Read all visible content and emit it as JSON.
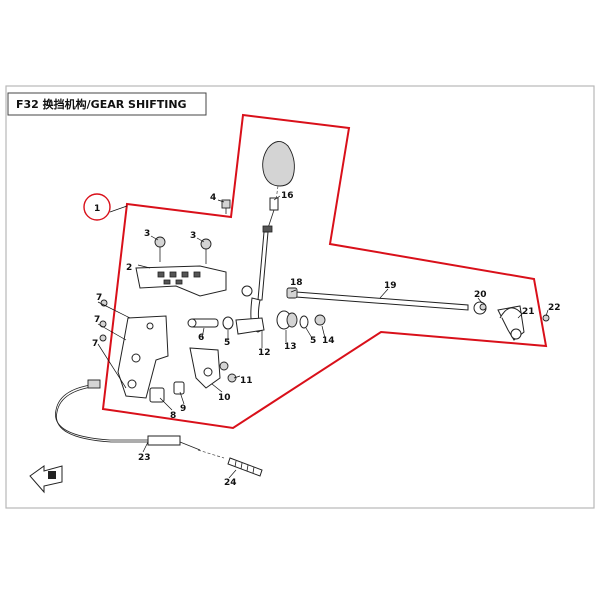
{
  "title": "F32 换挡机构/GEAR SHIFTING",
  "callouts": {
    "c1": "1",
    "c2": "2",
    "c3": "3",
    "c4": "4",
    "c5a": "5",
    "c5b": "5",
    "c6": "6",
    "c7a": "7",
    "c7b": "7",
    "c7c": "7",
    "c8": "8",
    "c9": "9",
    "c10": "10",
    "c11": "11",
    "c12": "12",
    "c13": "13",
    "c14": "14",
    "c16": "16",
    "c18": "18",
    "c19": "19",
    "c20": "20",
    "c21": "21",
    "c22": "22",
    "c23": "23",
    "c24": "24"
  },
  "colors": {
    "highlight_outline": "#d9101a",
    "line": "#222222"
  }
}
